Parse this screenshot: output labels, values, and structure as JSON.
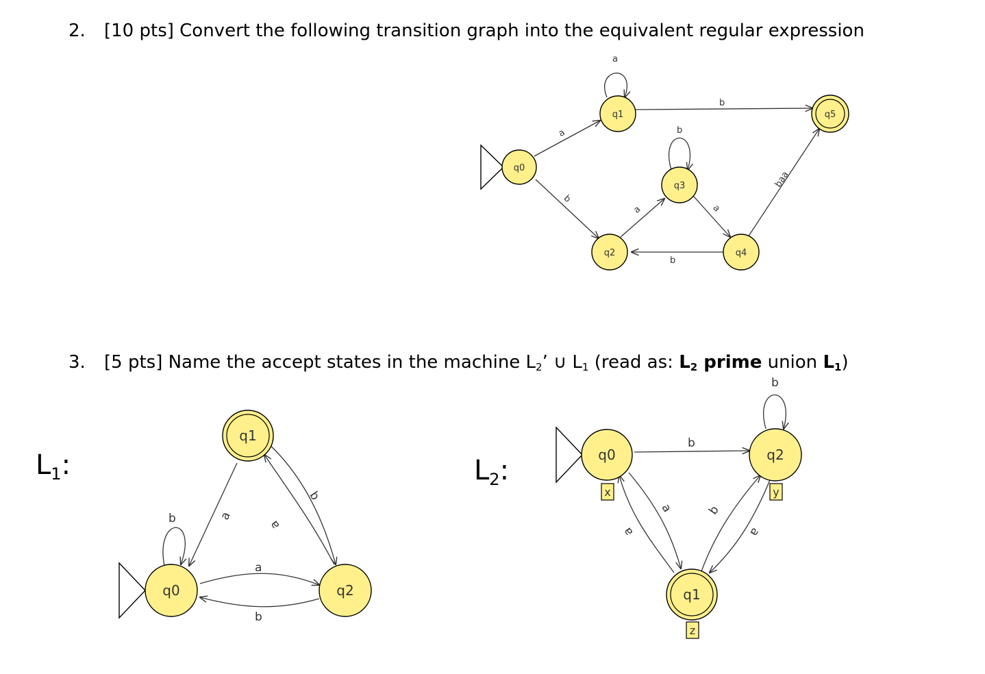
{
  "q2": {
    "number": "2.",
    "text": "[10 pts] Convert the following transition graph into the equivalent regular expression"
  },
  "q3": {
    "number": "3.",
    "text_a": "[5 pts] Name the accept states in the machine L",
    "sub_2": "2",
    "text_b": "’ ∪ L",
    "sub_1": "1",
    "text_c": " (read as:  ",
    "bold_a": "L",
    "bold_sub2": "2",
    "bold_b": " prime",
    "text_d": " union ",
    "bold_c": "L",
    "bold_sub1": "1",
    "text_e": ")"
  },
  "labels": {
    "l1_letter": "L",
    "l1_sub": "1",
    "l2_letter": "L",
    "l2_sub": "2",
    "colon": ":"
  },
  "diagram1": {
    "states": {
      "q0": "q0",
      "q1": "q1",
      "q2": "q2",
      "q3": "q3",
      "q4": "q4",
      "q5": "q5"
    },
    "edges": {
      "q1_loop": "a",
      "q0_q1": "a",
      "q1_q5": "b",
      "q3_loop": "b",
      "q0_q2": "b",
      "q2_q3": "a",
      "q3_q4": "a",
      "q4_q2": "b",
      "q4_q5": "baa"
    }
  },
  "diagram_l1": {
    "states": {
      "q0": "q0",
      "q1": "q1",
      "q2": "q2"
    },
    "edges": {
      "q0_loop": "b",
      "q1_q0": "a",
      "q2_q1": "a",
      "q1_q2": "b",
      "q0_q2": "a",
      "q2_q0": "b"
    }
  },
  "diagram_l2": {
    "states": {
      "q0": "q0",
      "q1": "q1",
      "q2": "q2"
    },
    "tags": {
      "q0": "x",
      "q1": "z",
      "q2": "y"
    },
    "edges": {
      "q0_q2": "b",
      "q2_loop": "b",
      "q0_q1": "a",
      "q1_q0": "a",
      "q1_q2": "b",
      "q2_q1": "a"
    }
  }
}
